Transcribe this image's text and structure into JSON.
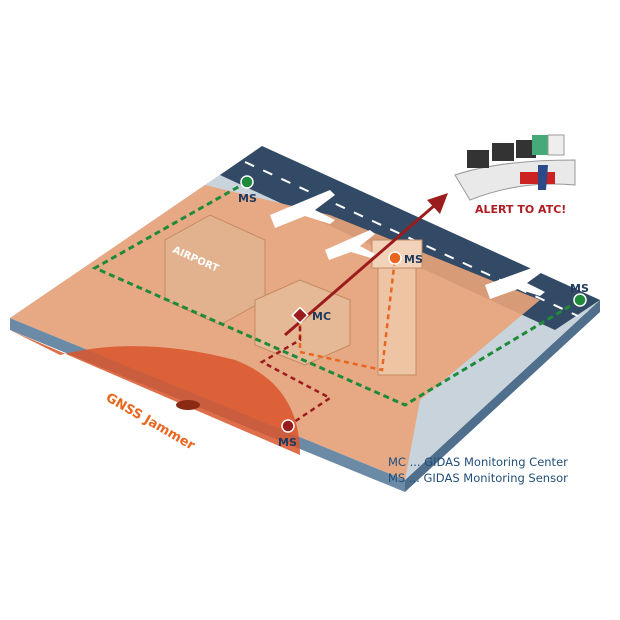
{
  "labels": {
    "ms_top_left": "MS",
    "ms_tower": "MS",
    "ms_right": "MS",
    "ms_bottom": "MS",
    "mc": "MC",
    "jammer": "GNSS Jammer",
    "airport_sign": "AIRPORT",
    "alert": "ALERT TO ATC!"
  },
  "legend": [
    "MC ... GIDAS Monitoring Center",
    "MS ... GIDAS Monitoring Sensor"
  ],
  "colors": {
    "sensor_green": "#1f8a3a",
    "sensor_orange": "#e8661e",
    "sensor_red": "#9b1c1c",
    "alert_red": "#b01c22",
    "overlay_orange": "#e9a47a",
    "runway": "#324a66"
  }
}
